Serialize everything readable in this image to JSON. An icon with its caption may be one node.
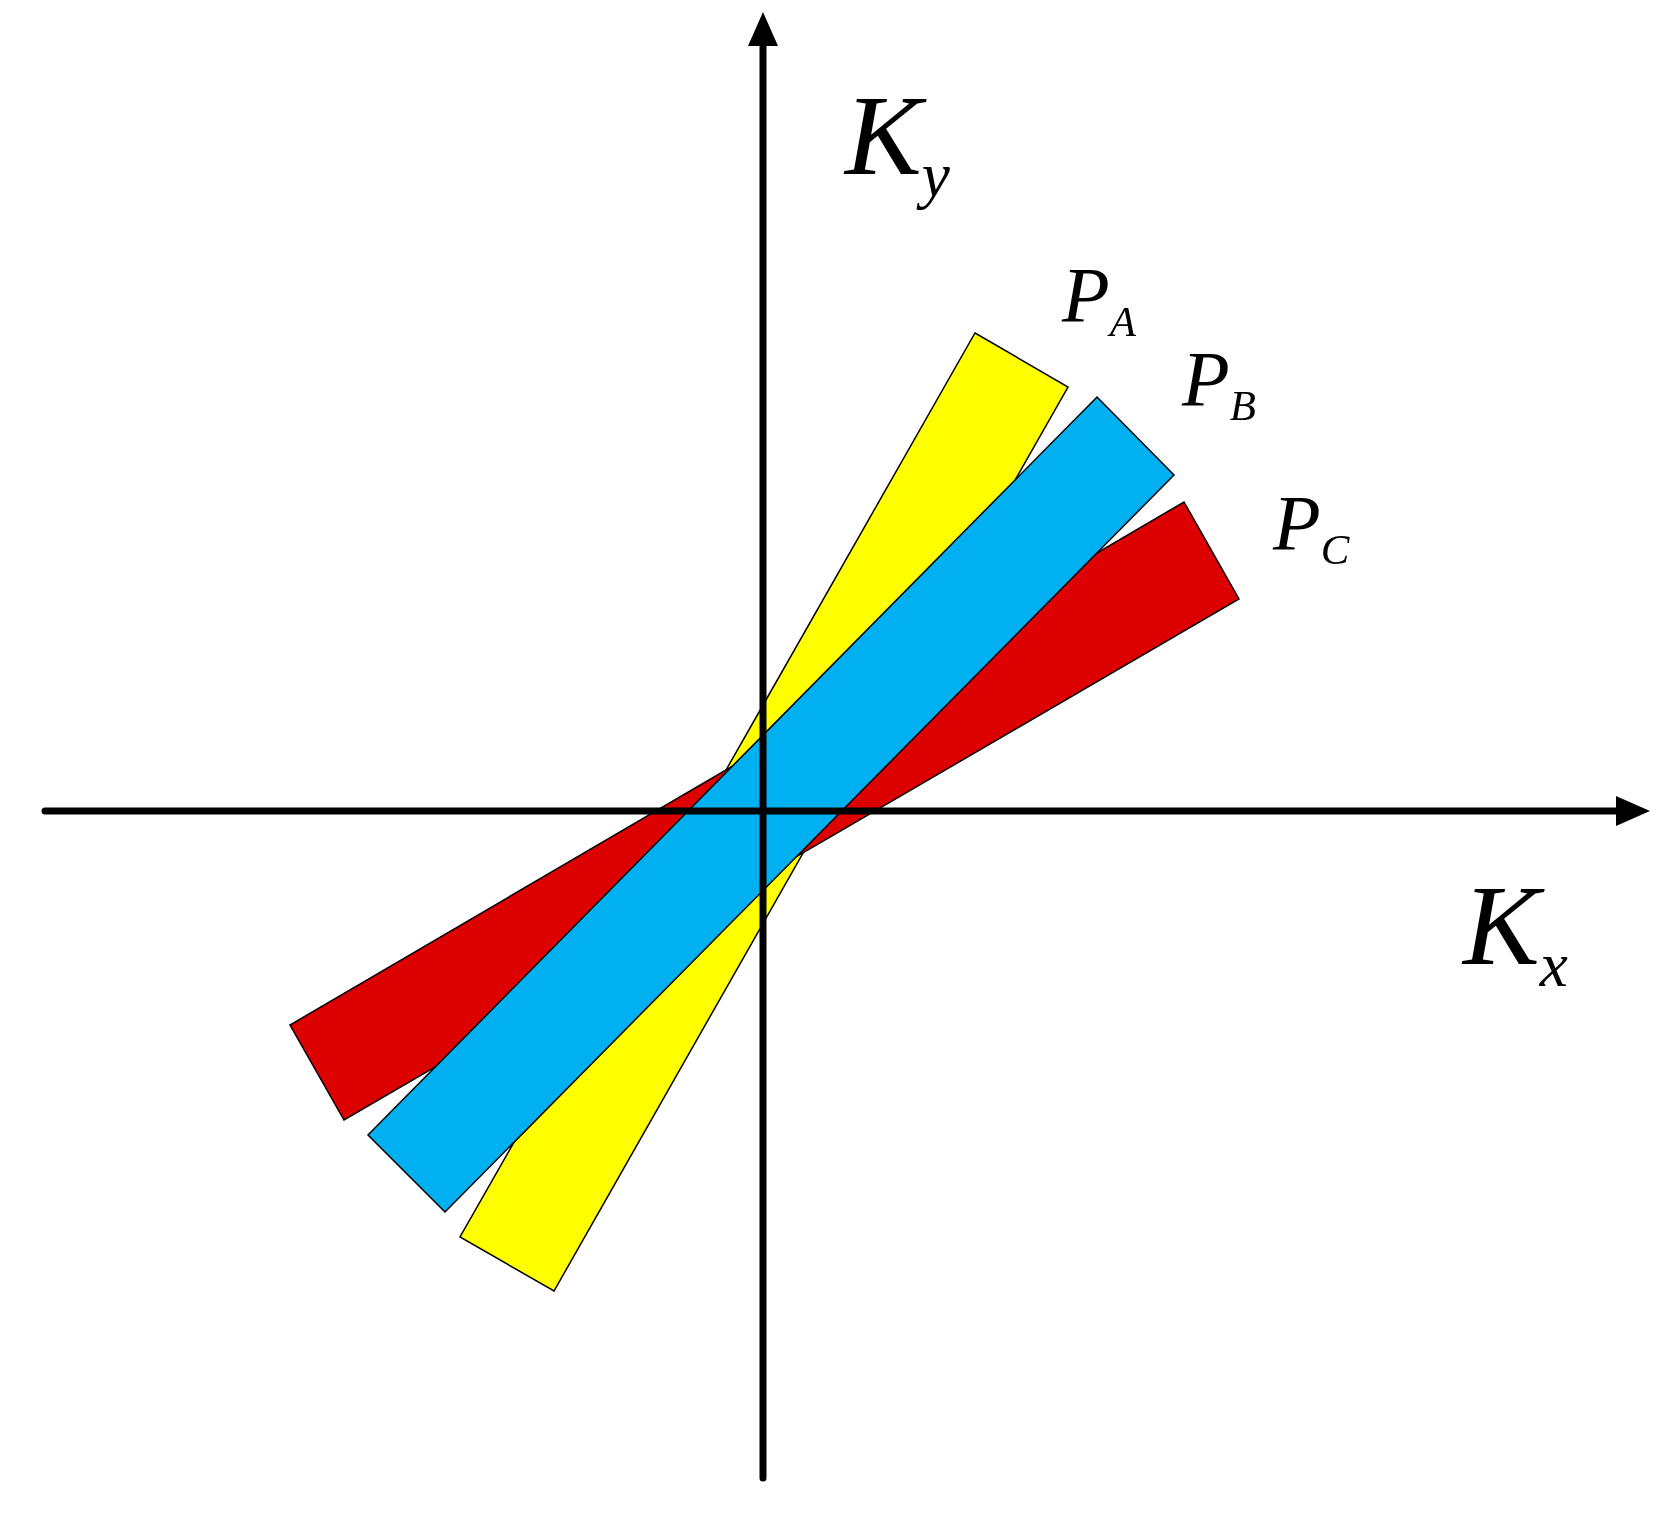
{
  "diagram": {
    "labels": [
      "K$_{y}$",
      "P$_{A}$",
      "P$_{B}$",
      "P$_{C}$",
      "K$_{x}$"
    ]
  }
}
